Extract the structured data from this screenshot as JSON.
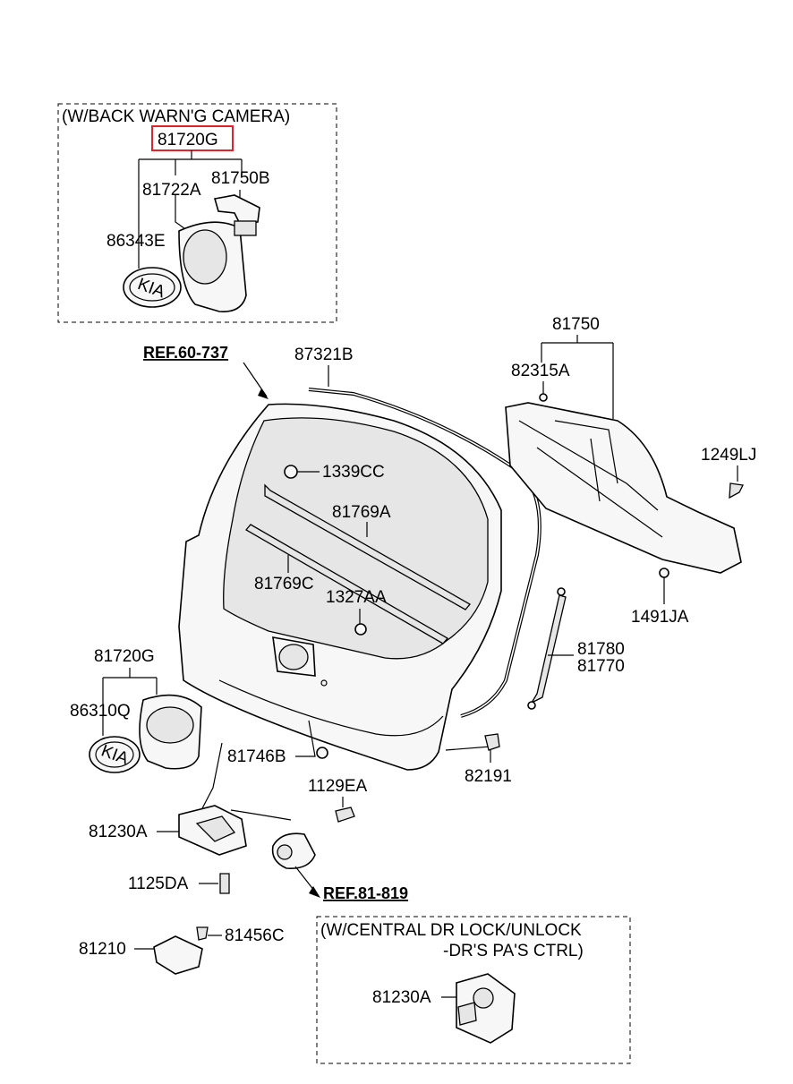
{
  "labels": {
    "box1_title": "(W/BACK WARN'G CAMERA)",
    "p81720G_highlight": "81720G",
    "p81722A": "81722A",
    "p81750B": "81750B",
    "p86343E": "86343E",
    "ref60": "REF.60-737",
    "p87321B": "87321B",
    "p81750": "81750",
    "p82315A": "82315A",
    "p1249LJ": "1249LJ",
    "p1339CC": "1339CC",
    "p81769A": "81769A",
    "p81769C": "81769C",
    "p1327AA": "1327AA",
    "p1491JA": "1491JA",
    "p81780": "81780",
    "p81770": "81770",
    "p81720G": "81720G",
    "p86310Q": "86310Q",
    "p81746B": "81746B",
    "p82191": "82191",
    "p1129EA": "1129EA",
    "p81230A": "81230A",
    "p1125DA": "1125DA",
    "ref81": "REF.81-819",
    "p81210": "81210",
    "p81456C": "81456C",
    "box2_title_1": "(W/CENTRAL DR LOCK/UNLOCK",
    "box2_title_2": "-DR'S  PA'S CTRL)",
    "p81230A_b": "81230A",
    "kia_logo_1": "KIA",
    "kia_logo_2": "KIA"
  },
  "colors": {
    "highlight": "#e0232a",
    "line": "#000000"
  }
}
